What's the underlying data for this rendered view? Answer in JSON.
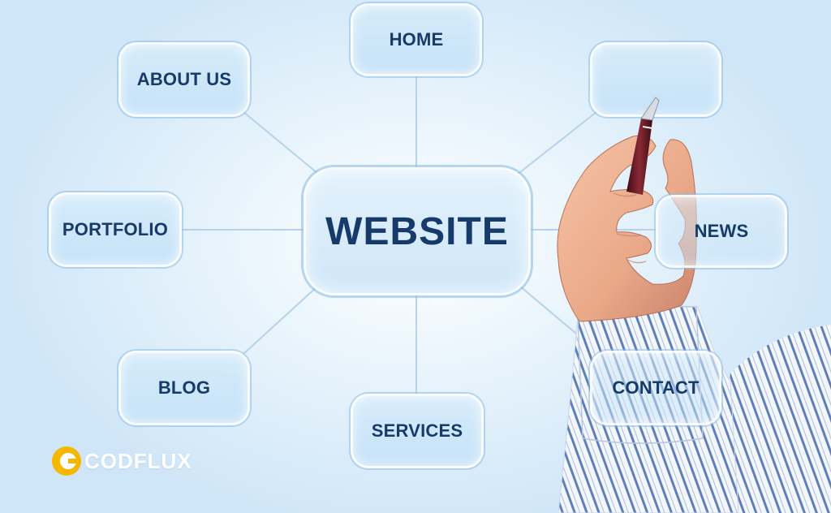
{
  "diagram": {
    "center": "WEBSITE",
    "nodes": {
      "home": "HOME",
      "about": "ABOUT US",
      "portfolio": "PORTFOLIO",
      "blog": "BLOG",
      "services": "SERVICES",
      "news": "NEWS",
      "contact": "CONTACT",
      "blank": ""
    }
  },
  "logo": {
    "text": "CODFLUX",
    "letter": "C"
  },
  "colors": {
    "label_text": "#163a6a",
    "node_fill": "#d2e8f9",
    "connector": "#b6d2ea",
    "logo_accent": "#f5b800",
    "shirt_stripe": "#5f7fb8",
    "skin": "#e9a888"
  },
  "icons": [
    "pen",
    "hand",
    "logo-mark"
  ]
}
